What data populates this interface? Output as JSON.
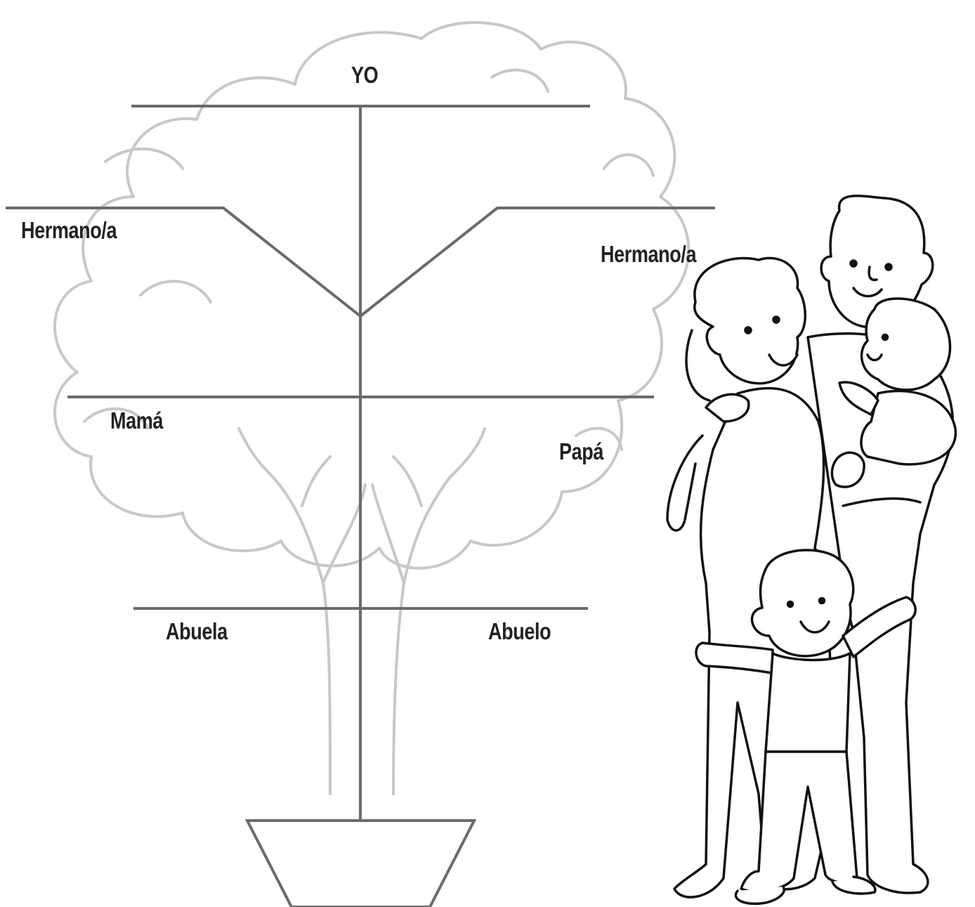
{
  "labels": {
    "yo": "YO",
    "hermano_left": "Hermano/a",
    "hermano_right": "Hermano/a",
    "mama": "Mamá",
    "papa": "Papá",
    "abuela": "Abuela",
    "abuelo": "Abuelo"
  },
  "colors": {
    "tree_lines": "#6b6b6b",
    "tree_outline": "#c8c8c8",
    "ink": "#111111",
    "text": "#222222"
  },
  "icons": {
    "background": "tree-outline-icon",
    "family": "family-illustration"
  }
}
